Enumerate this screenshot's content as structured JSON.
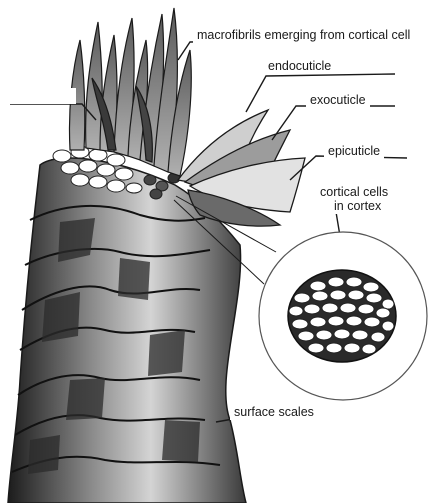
{
  "diagram": {
    "labels": {
      "macrofibrils": "macrofibrils emerging from cortical cell",
      "endocuticle": "endocuticle",
      "exocuticle": "exocuticle",
      "epicuticle": "epicuticle",
      "cortical_cells_line1": "cortical cells",
      "cortical_cells_line2": "in cortex",
      "surface_scales": "surface scales"
    },
    "colors": {
      "ink": "#1a1a1a",
      "shade_dark": "#2b2b2b",
      "shade_mid": "#777777",
      "shade_light": "#bdbdbd",
      "paper": "#ffffff"
    }
  }
}
